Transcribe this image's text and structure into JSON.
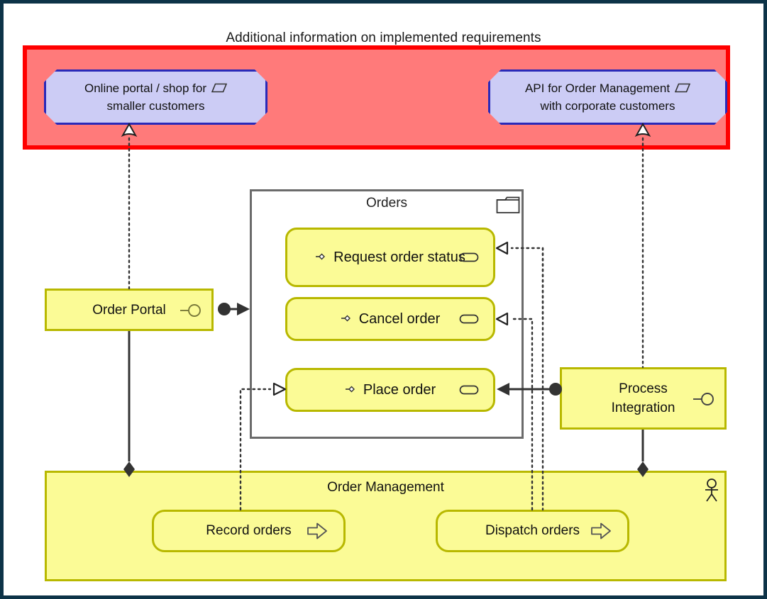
{
  "diagram": {
    "title": "Additional information on implemented requirements",
    "frame_color": "#0d3348",
    "background": "#ffffff"
  },
  "requirements_band": {
    "fill": "#ff7a7a",
    "border": "#ff0000",
    "items": [
      {
        "id": "req-portal",
        "label_line1": "Online portal / shop for",
        "label_line2": "smaller customers",
        "icon": "parallelogram-icon",
        "fill": "#ccccf5",
        "border": "#2a2ab8"
      },
      {
        "id": "req-api",
        "label_line1": "API for Order Management",
        "label_line2": "with corporate customers",
        "icon": "parallelogram-icon",
        "fill": "#ccccf5",
        "border": "#2a2ab8"
      }
    ]
  },
  "package": {
    "title": "Orders",
    "icon": "folder-icon",
    "fill": "#ffffff",
    "border": "#6b6b6b",
    "services": [
      {
        "id": "svc-request",
        "label": "Request order status",
        "bullet": "diamond-marker",
        "icon": "rounded-pill-icon"
      },
      {
        "id": "svc-cancel",
        "label": "Cancel order",
        "bullet": "diamond-marker",
        "icon": "rounded-pill-icon"
      },
      {
        "id": "svc-place",
        "label": "Place order",
        "bullet": "diamond-marker",
        "icon": "rounded-pill-icon"
      }
    ]
  },
  "components": [
    {
      "id": "comp-order-portal",
      "label_line1": "Order Portal",
      "label_line2": "",
      "icon": "lollipop-interface-icon",
      "fill": "#fbfb96",
      "border": "#b8b800"
    },
    {
      "id": "comp-process-int",
      "label_line1": "Process",
      "label_line2": "Integration",
      "icon": "lollipop-interface-icon",
      "fill": "#fbfb96",
      "border": "#b8b800"
    }
  ],
  "order_management": {
    "title": "Order Management",
    "icon": "actor-stick-figure-icon",
    "fill": "#fbfb96",
    "border": "#b8b800",
    "processes": [
      {
        "id": "proc-record",
        "label": "Record orders",
        "icon": "block-arrow-right-icon"
      },
      {
        "id": "proc-dispatch",
        "label": "Dispatch orders",
        "icon": "block-arrow-right-icon"
      }
    ]
  },
  "connectors": {
    "realization_color": "#333333",
    "composition_color": "#333333",
    "styles": [
      "dotted-realization",
      "solid-composition",
      "solid-assembly"
    ]
  }
}
